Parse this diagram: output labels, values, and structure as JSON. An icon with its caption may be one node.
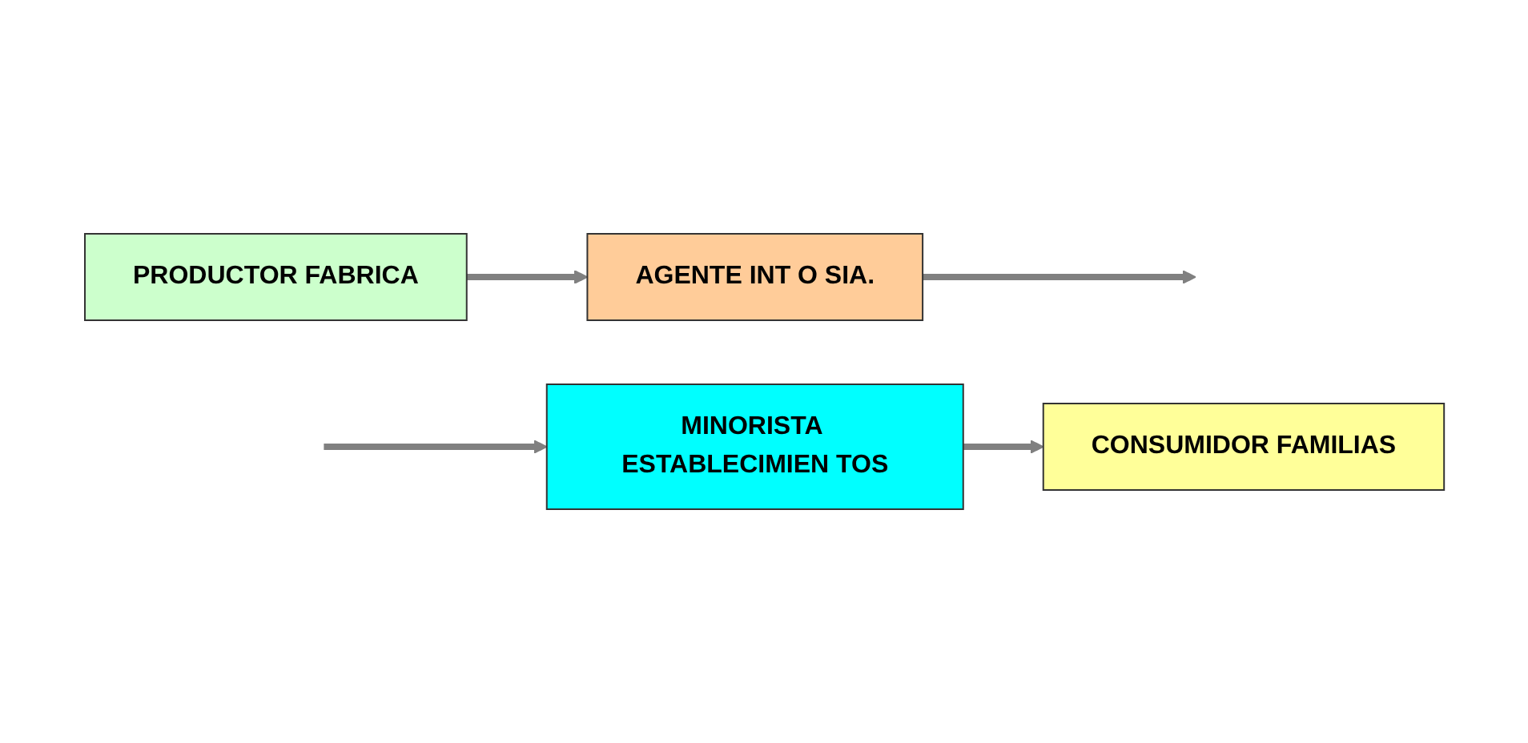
{
  "diagram": {
    "nodes": [
      {
        "text": [
          "PRODUCTOR FABRICA"
        ]
      },
      {
        "text": [
          "AGENTE INT O SIA."
        ]
      },
      {
        "text": [
          "MINORISTA ESTABLECIMIEN TOS"
        ]
      },
      {
        "text": [
          "CONSUMIDOR FAMILIAS"
        ]
      }
    ],
    "edges": [
      {
        "from": 0,
        "to": 1,
        "arrow": "to"
      },
      {
        "from": 1,
        "to": null,
        "arrow": "to"
      },
      {
        "from": null,
        "to": 2,
        "arrow": "to"
      },
      {
        "from": 2,
        "to": 3,
        "arrow": "to"
      }
    ]
  }
}
